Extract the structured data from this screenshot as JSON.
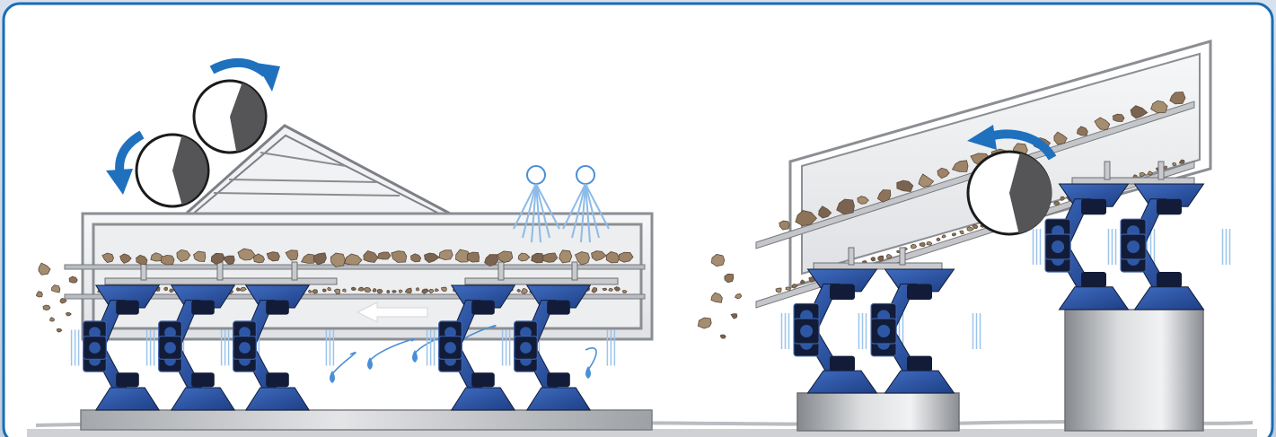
{
  "diagram": {
    "panels": [
      {
        "name": "horizontal-vibrating-screen",
        "features": [
          "twin-counter-rotating-exciters",
          "double-deck-screen",
          "spray-nozzles",
          "water-spray",
          "flow-arrow",
          "spring-mount-isolators",
          "base-frame"
        ],
        "spring_mounts": 5,
        "spray_nozzles": 2,
        "decks": 2
      },
      {
        "name": "inclined-vibrating-screen",
        "features": [
          "single-rotating-exciter",
          "double-deck-screen",
          "spring-mount-isolators",
          "pedestals"
        ],
        "spring_mounts": 4,
        "decks": 2
      }
    ],
    "colors": {
      "background": "#c9d5e4",
      "panel": "#ffffff",
      "panel_border": "#1a6db3",
      "accent_arrow": "#1f71be",
      "mount_blue": "#2d57a4",
      "mount_dark": "#121c38",
      "frame": "#a8abb0",
      "rock": "#8c735a",
      "water": "#4a8fd6"
    },
    "icons": [
      "rotation-arrow-icon",
      "spray-nozzle-icon",
      "water-drop-icon",
      "flow-direction-arrow-icon"
    ]
  }
}
